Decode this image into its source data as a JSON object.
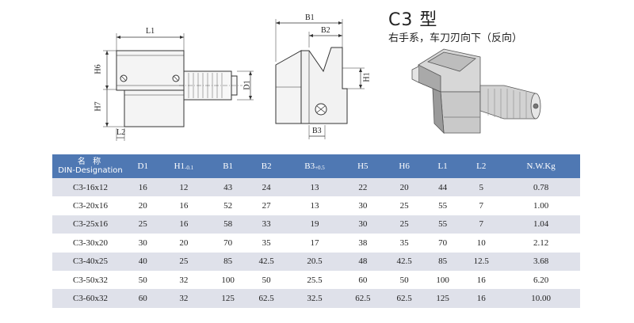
{
  "title": "C3 型",
  "subtitle": "右手系，车刀刃向下（反向）",
  "dimension_labels": {
    "L1": "L1",
    "L2": "L2",
    "H6": "H6",
    "H7": "H7",
    "D1": "D1",
    "B1": "B1",
    "B2": "B2",
    "B3": "B3",
    "H1": "H1"
  },
  "table": {
    "header_designation_cn": "名 称",
    "header_designation_en": "DIN-Designation",
    "columns": [
      {
        "label": "D1",
        "sub": ""
      },
      {
        "label": "H1",
        "sub": "-0.1"
      },
      {
        "label": "B1",
        "sub": ""
      },
      {
        "label": "B2",
        "sub": ""
      },
      {
        "label": "B3",
        "sub": "+0.5"
      },
      {
        "label": "H5",
        "sub": ""
      },
      {
        "label": "H6",
        "sub": ""
      },
      {
        "label": "L1",
        "sub": ""
      },
      {
        "label": "L2",
        "sub": ""
      },
      {
        "label": "N.W.Kg",
        "sub": ""
      }
    ],
    "rows": [
      {
        "name": "C3-16x12",
        "values": [
          "16",
          "12",
          "43",
          "24",
          "13",
          "22",
          "20",
          "44",
          "5",
          "0.78"
        ]
      },
      {
        "name": "C3-20x16",
        "values": [
          "20",
          "16",
          "52",
          "27",
          "13",
          "30",
          "25",
          "55",
          "7",
          "1.00"
        ]
      },
      {
        "name": "C3-25x16",
        "values": [
          "25",
          "16",
          "58",
          "33",
          "19",
          "30",
          "25",
          "55",
          "7",
          "1.04"
        ]
      },
      {
        "name": "C3-30x20",
        "values": [
          "30",
          "20",
          "70",
          "35",
          "17",
          "38",
          "35",
          "70",
          "10",
          "2.12"
        ]
      },
      {
        "name": "C3-40x25",
        "values": [
          "40",
          "25",
          "85",
          "42.5",
          "20.5",
          "48",
          "42.5",
          "85",
          "12.5",
          "3.68"
        ]
      },
      {
        "name": "C3-50x32",
        "values": [
          "50",
          "32",
          "100",
          "50",
          "25.5",
          "60",
          "50",
          "100",
          "16",
          "6.20"
        ]
      },
      {
        "name": "C3-60x32",
        "values": [
          "60",
          "32",
          "125",
          "62.5",
          "32.5",
          "62.5",
          "62.5",
          "125",
          "16",
          "10.00"
        ]
      }
    ]
  },
  "colors": {
    "header_bg": "#4f78b3",
    "row_alt_bg": "#dfe1ea"
  }
}
